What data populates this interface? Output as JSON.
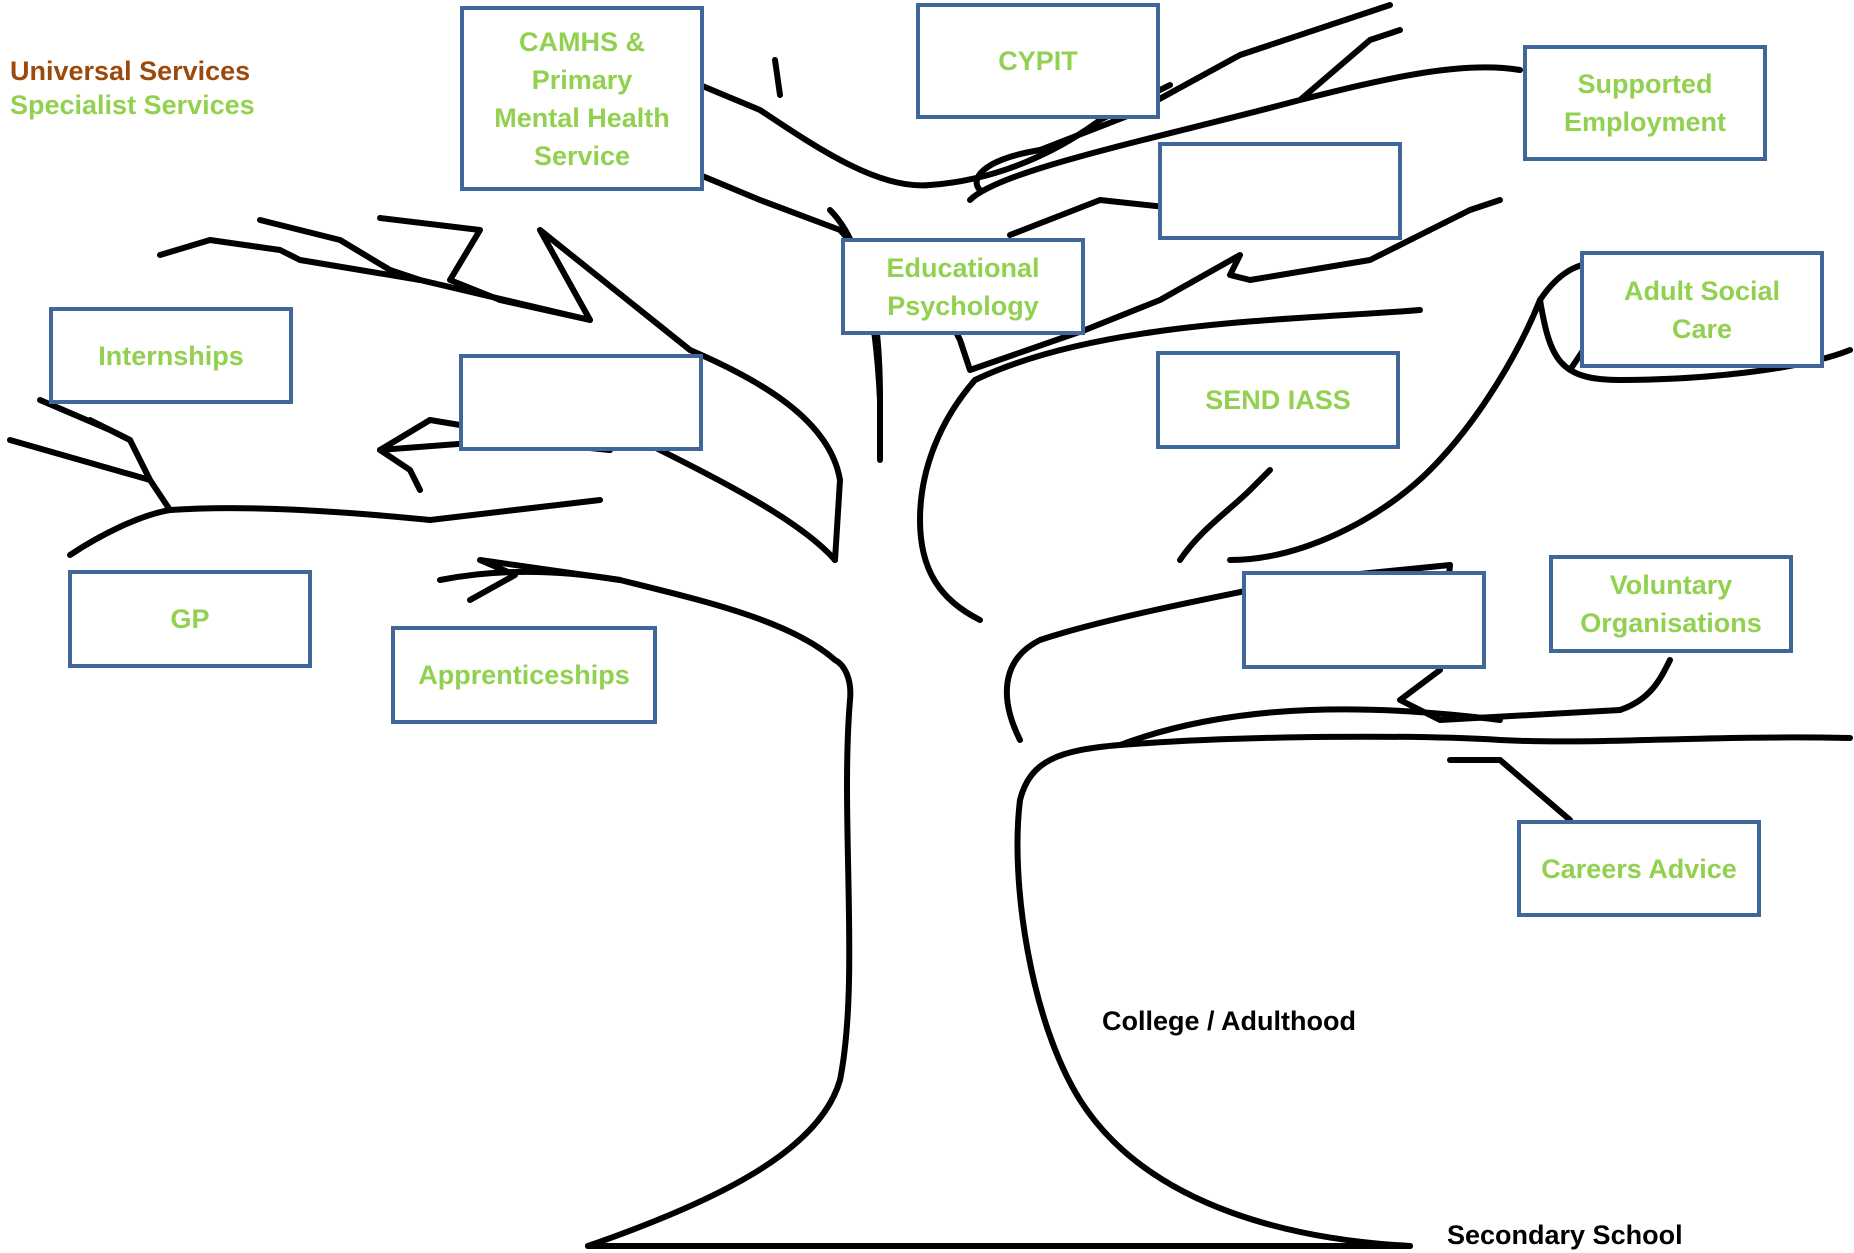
{
  "legend": {
    "universal": {
      "label": "Universal Services",
      "color": "#9C4A0C"
    },
    "specialist": {
      "label": "Specialist Services",
      "color": "#92D050"
    }
  },
  "boxes": {
    "camhs": "CAMHS &\nPrimary\nMental Health\nService",
    "cypit": "CYPIT",
    "supported_employment": "Supported\nEmployment",
    "blank_top_right": "",
    "educational_psychology": "Educational\nPsychology",
    "internships": "Internships",
    "blank_middle_left": "",
    "send_iass": "SEND IASS",
    "adult_social_care": "Adult Social\nCare",
    "gp": "GP",
    "apprenticeships": "Apprenticeships",
    "blank_lower_right": "",
    "voluntary_organisations": "Voluntary\nOrganisations",
    "careers_advice": "Careers Advice"
  },
  "stages": {
    "upper": "College / Adulthood",
    "lower": "Secondary School"
  },
  "colors": {
    "box_border": "#41679A",
    "box_text": "#92D050",
    "tree_outline": "#000000"
  }
}
